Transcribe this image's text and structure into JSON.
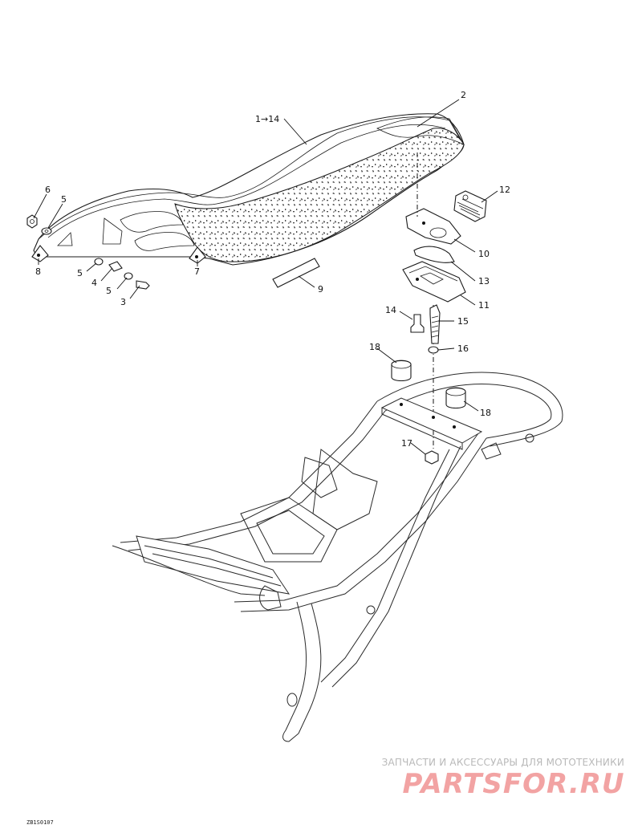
{
  "diagram": {
    "callouts": [
      {
        "id": "c-1-14",
        "label": "1→14"
      },
      {
        "id": "c-2",
        "label": "2"
      },
      {
        "id": "c-3",
        "label": "3"
      },
      {
        "id": "c-4",
        "label": "4"
      },
      {
        "id": "c-5a",
        "label": "5"
      },
      {
        "id": "c-5b",
        "label": "5"
      },
      {
        "id": "c-5c",
        "label": "5"
      },
      {
        "id": "c-6",
        "label": "6"
      },
      {
        "id": "c-7",
        "label": "7"
      },
      {
        "id": "c-8",
        "label": "8"
      },
      {
        "id": "c-9",
        "label": "9"
      },
      {
        "id": "c-10",
        "label": "10"
      },
      {
        "id": "c-11",
        "label": "11"
      },
      {
        "id": "c-12",
        "label": "12"
      },
      {
        "id": "c-13",
        "label": "13"
      },
      {
        "id": "c-14",
        "label": "14"
      },
      {
        "id": "c-15",
        "label": "15"
      },
      {
        "id": "c-16",
        "label": "16"
      },
      {
        "id": "c-17",
        "label": "17"
      },
      {
        "id": "c-18a",
        "label": "18"
      },
      {
        "id": "c-18b",
        "label": "18"
      }
    ],
    "document_code": "ZB1S0107"
  },
  "watermark": {
    "text": "ЗАПЧАСТИ И АКСЕССУАРЫ ДЛЯ МОТОТЕХНИКИ",
    "logo_text": "PARTSFOR.RU",
    "logo_color": "#f2a3a3"
  }
}
